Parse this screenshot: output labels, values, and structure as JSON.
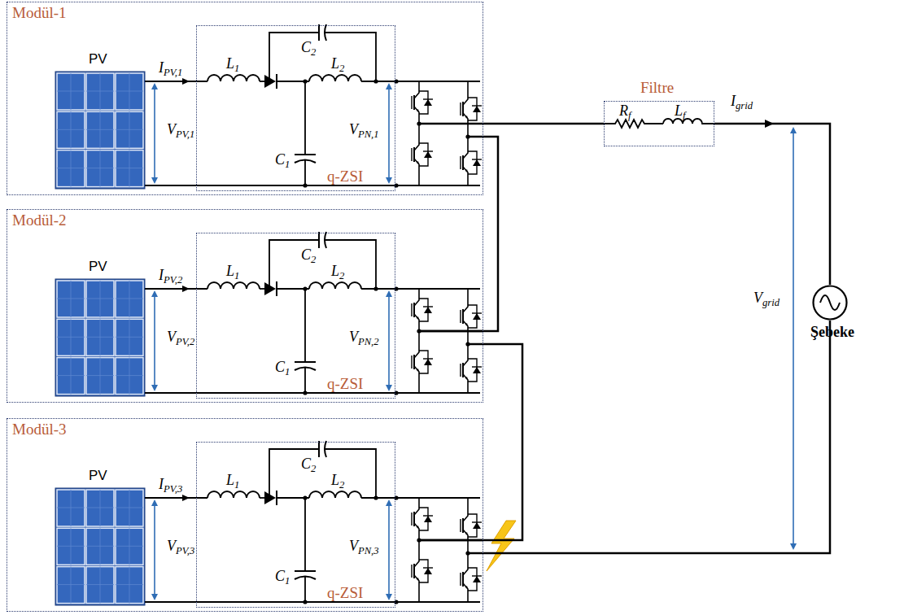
{
  "diagram": {
    "nodes": [
      {
        "text": [
          "Modül-1",
          "PV",
          "IPV,1",
          "VPV,1",
          "VPN,1"
        ]
      },
      {
        "text": [
          "q-ZSI",
          "L1",
          "C2",
          "L2",
          "C1"
        ],
        "in": 0
      },
      {
        "text": [
          "Modül-2",
          "PV",
          "IPV,2",
          "VPV,2",
          "VPN,2"
        ]
      },
      {
        "text": [
          "q-ZSI",
          "L1",
          "C2",
          "L2",
          "C1"
        ],
        "in": 2
      },
      {
        "text": [
          "Modül-3",
          "PV",
          "IPV,3",
          "VPV,3",
          "VPN,3"
        ]
      },
      {
        "text": [
          "q-ZSI",
          "L1",
          "C2",
          "L2",
          "C1"
        ],
        "in": 4
      },
      {
        "text": [
          "Filtre",
          "Rf",
          "Lf"
        ]
      },
      {
        "text": [
          "Şebeke"
        ]
      }
    ],
    "edges": [
      {
        "from": 0,
        "to": 6,
        "arrow": "none"
      },
      {
        "from": 6,
        "to": 7,
        "arrow": "none"
      },
      {
        "from": 0,
        "to": 2,
        "arrow": "none"
      },
      {
        "from": 2,
        "to": 4,
        "arrow": "none"
      },
      {
        "from": 4,
        "to": 7,
        "arrow": "none"
      }
    ],
    "labels": [
      "Igrid",
      "Vgrid"
    ]
  }
}
